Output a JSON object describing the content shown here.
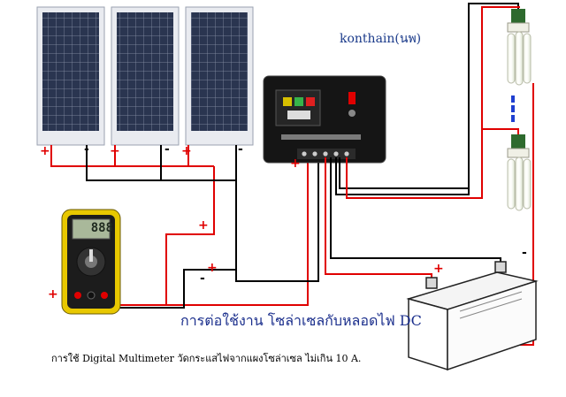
{
  "labels": {
    "brand": "konthain(นพ)",
    "title": "การต่อใช้งาน โซล่าเซลกับหลอดไฟ DC",
    "caption": "การใช้ Digital Multimeter วัดกระแสไฟจากแผงโซล่าเซล ไม่เกิน 10 A.",
    "meter_reading": "888",
    "plus": "+",
    "minus": "-"
  },
  "components": {
    "solar_panel_count": 3,
    "lamp_count": 2
  },
  "colors": {
    "positive_wire": "#e00000",
    "negative_wire": "#000000",
    "accent_blue": "#1a2e8c",
    "meter_body": "#e8c800",
    "panel_cell": "#2a3550"
  },
  "icons": [
    "solar-panel-icon",
    "charge-controller-icon",
    "multimeter-icon",
    "battery-icon",
    "cfl-bulb-icon"
  ]
}
